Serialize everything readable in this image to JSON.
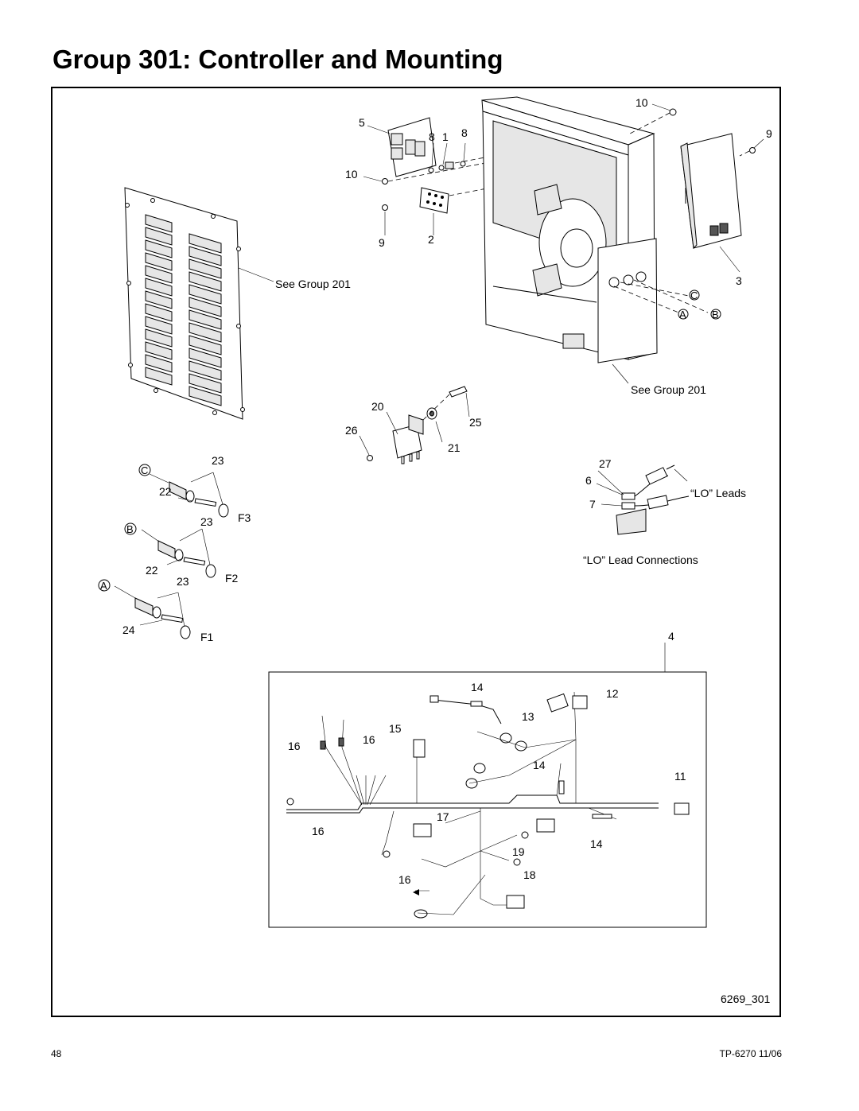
{
  "page": {
    "title": "Group 301:  Controller and Mounting",
    "page_number": "48",
    "doc_id": "TP-6270  11/06",
    "drawing_id": "6269_301"
  },
  "callouts": {
    "n10a": "10",
    "n9a": "9",
    "n5": "5",
    "n8a": "8",
    "n1": "1",
    "n8b": "8",
    "n10b": "10",
    "n9b": "9",
    "n2": "2",
    "n3": "3",
    "see_group_left": "See Group 201",
    "see_group_right": "See Group 201",
    "lC_right": "C",
    "lA_right": "A",
    "lB_right": "B",
    "n20": "20",
    "n25": "25",
    "n26": "26",
    "n21": "21",
    "lC": "C",
    "n23a": "23",
    "n22a": "22",
    "n23b": "23",
    "F3": "F3",
    "lB": "B",
    "n22b": "22",
    "n23c": "23",
    "F2": "F2",
    "lA": "A",
    "n24": "24",
    "F1": "F1",
    "n27": "27",
    "n6": "6",
    "n7": "7",
    "lo_leads": "“LO” Leads",
    "lo_lead_connections": "“LO” Lead Connections",
    "n4": "4",
    "h14a": "14",
    "h12": "12",
    "h13": "13",
    "h15": "15",
    "h16a": "16",
    "h16b": "16",
    "h14b": "14",
    "h11": "11",
    "h17": "17",
    "h16c": "16",
    "h14c": "14",
    "h19": "19",
    "h16d": "16",
    "h18": "18"
  }
}
